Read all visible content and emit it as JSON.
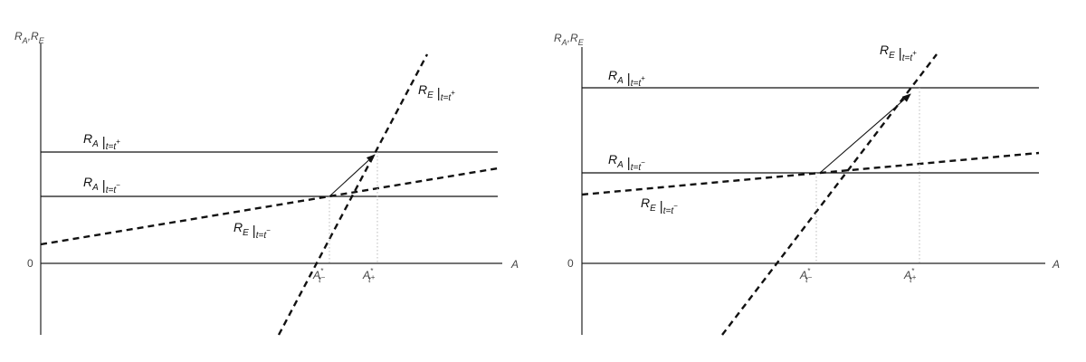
{
  "panels": [
    {
      "y_axis_label": "R_A, R_E",
      "x_axis_label": "A",
      "zero_label": "0",
      "ra_plus_label": {
        "main": "R",
        "sub": "A",
        "cond": "t=t",
        "sup": "+"
      },
      "ra_minus_label": {
        "main": "R",
        "sub": "A",
        "cond": "t=t",
        "sup": "−"
      },
      "re_plus_label": {
        "main": "R",
        "sub": "E",
        "cond": "t=t",
        "sup": "+"
      },
      "re_minus_label": {
        "main": "R",
        "sub": "E",
        "cond": "t=t",
        "sup": "−"
      },
      "a_minus_label": {
        "main": "A",
        "star": "*",
        "sub": "t",
        "subsup": "−"
      },
      "a_plus_label": {
        "main": "A",
        "star": "*",
        "sub": "t",
        "subsup": "+"
      }
    },
    {
      "y_axis_label": "R_A, R_E",
      "x_axis_label": "A",
      "zero_label": "0",
      "ra_plus_label": {
        "main": "R",
        "sub": "A",
        "cond": "t=t",
        "sup": "+"
      },
      "ra_minus_label": {
        "main": "R",
        "sub": "A",
        "cond": "t=t",
        "sup": "−"
      },
      "re_plus_label": {
        "main": "R",
        "sub": "E",
        "cond": "t=t",
        "sup": "+"
      },
      "re_minus_label": {
        "main": "R",
        "sub": "E",
        "cond": "t=t",
        "sup": "−"
      },
      "a_minus_label": {
        "main": "A",
        "star": "*",
        "sub": "t",
        "subsup": "−"
      },
      "a_plus_label": {
        "main": "A",
        "star": "*",
        "sub": "t",
        "subsup": "+"
      }
    }
  ]
}
